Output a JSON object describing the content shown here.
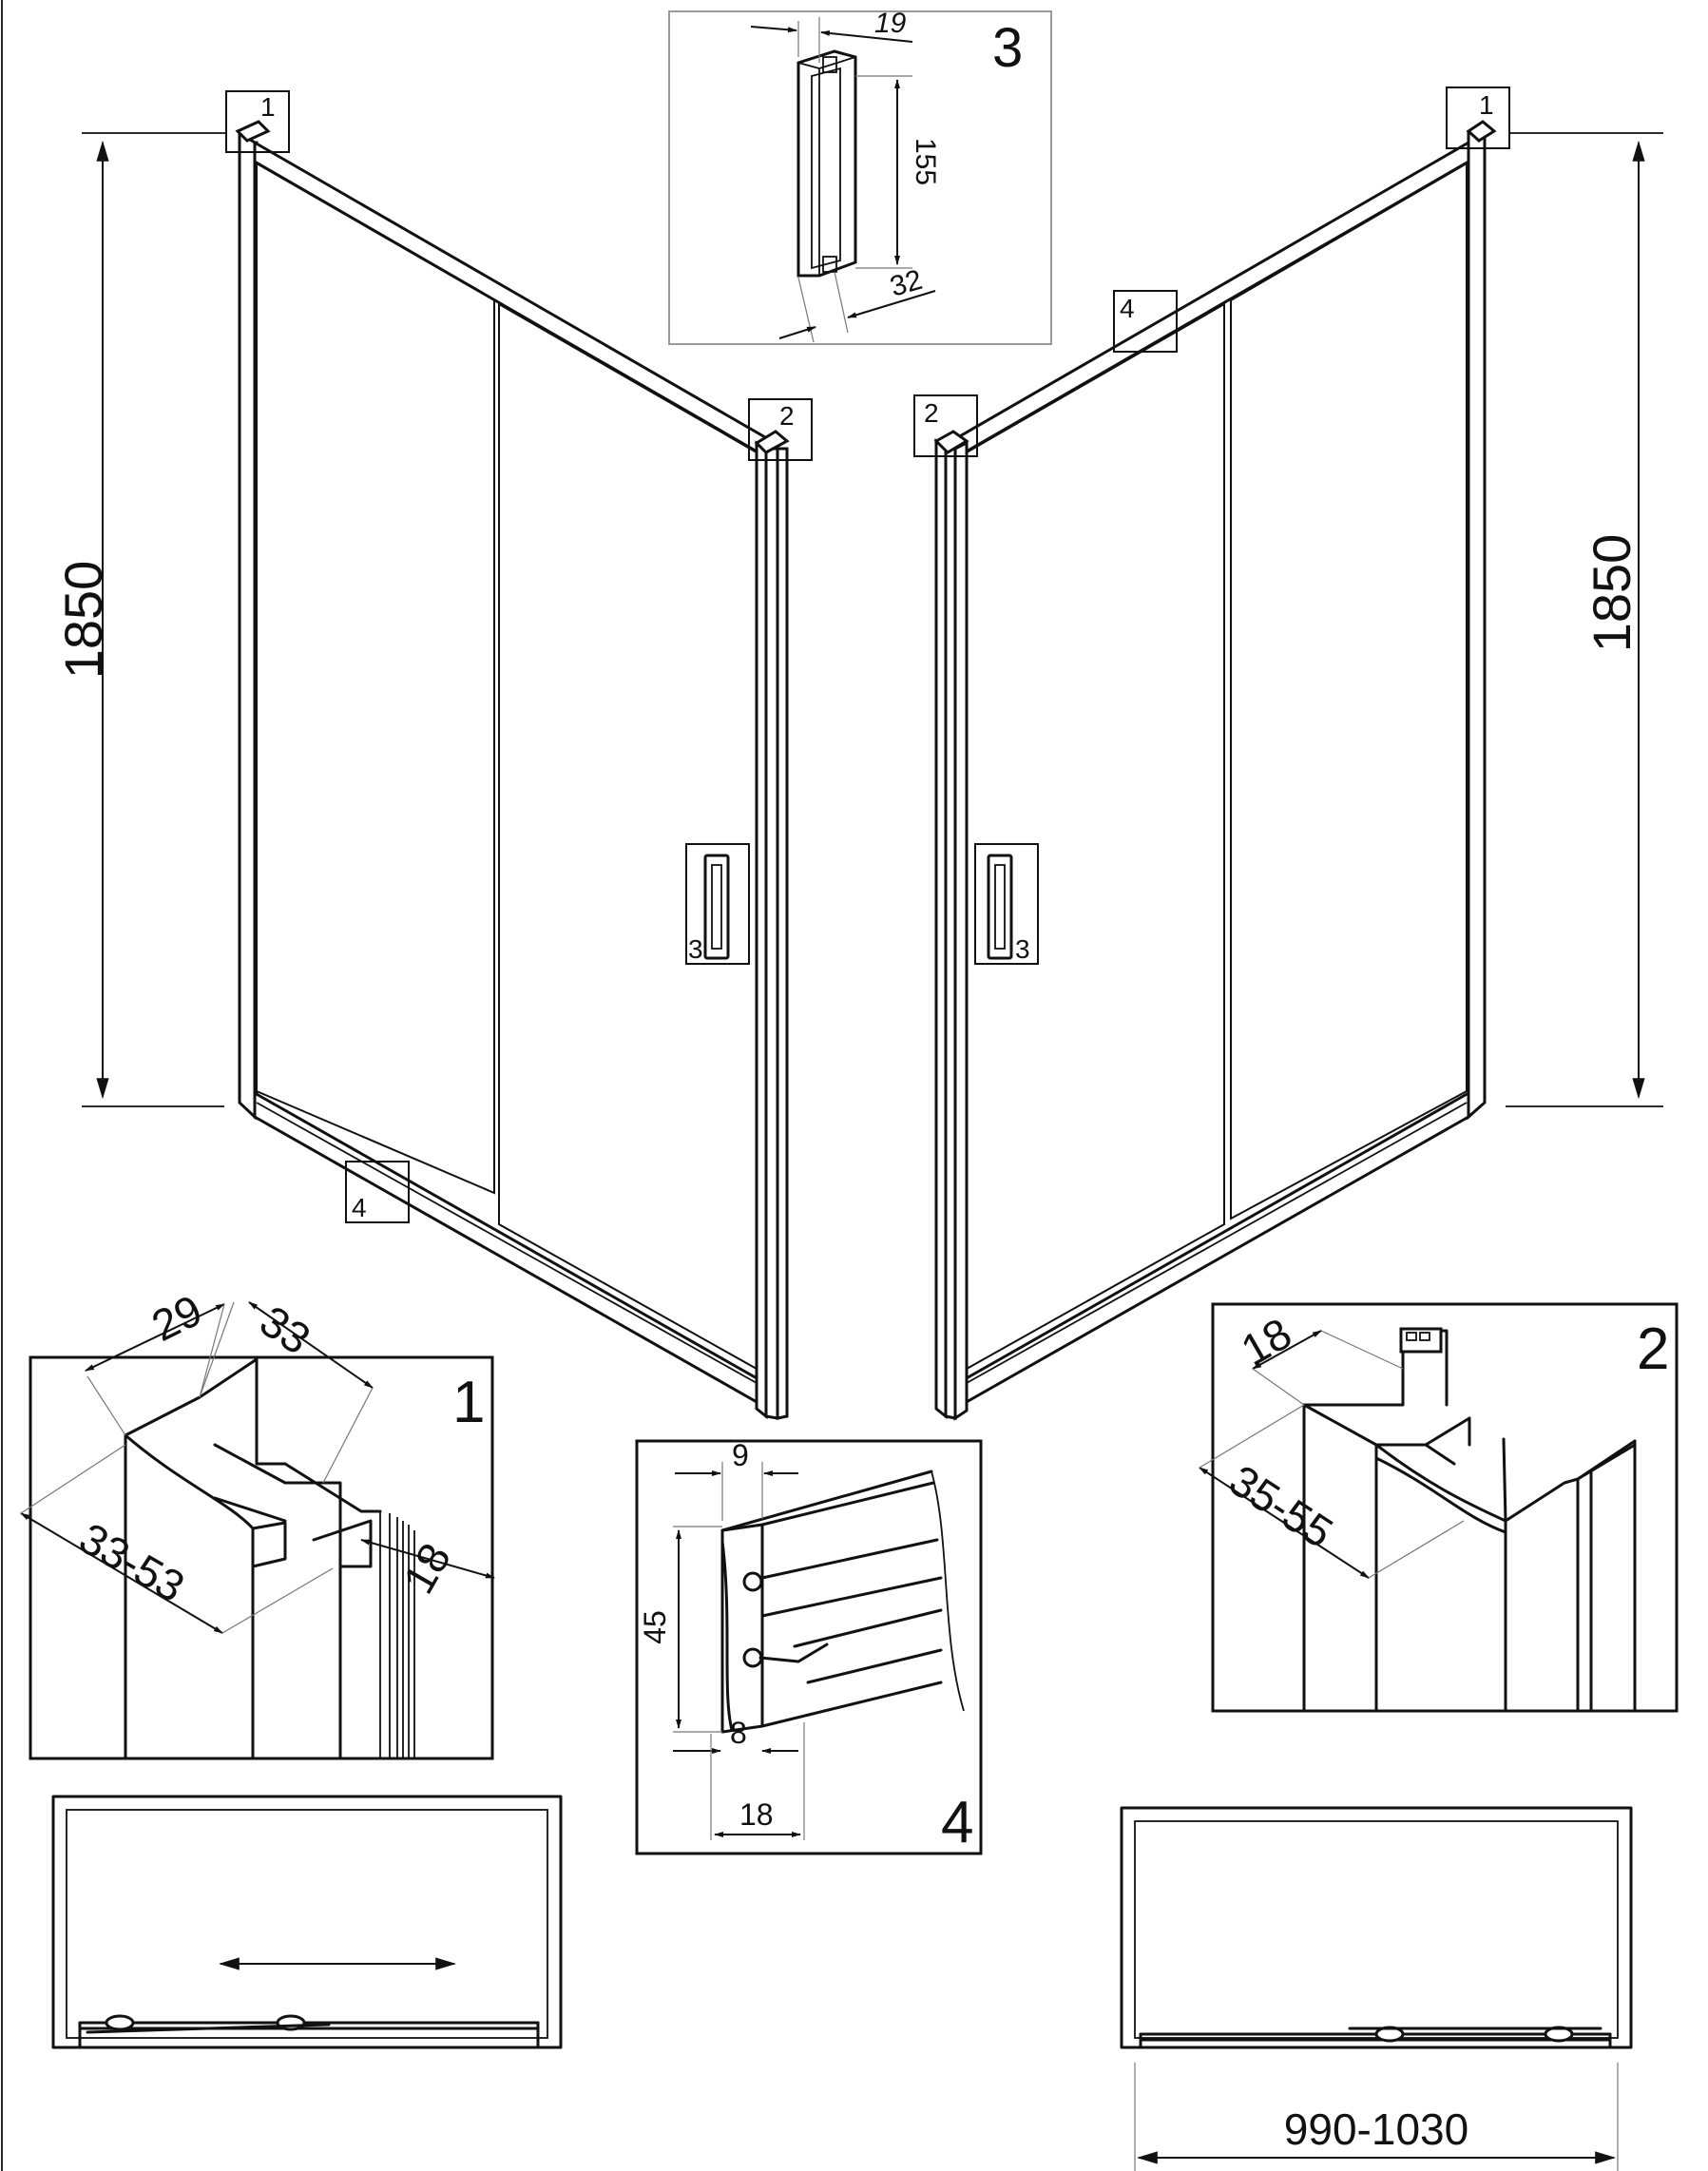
{
  "dimensions": {
    "height_left": "1850",
    "height_right": "1850",
    "handle_width": "19",
    "handle_height": "155",
    "handle_depth": "32",
    "d1_a": "29",
    "d1_b": "33",
    "d1_c": "33-53",
    "d1_d": "18",
    "d2_a": "18",
    "d2_b": "35-55",
    "d4_top": "9",
    "d4_height": "45",
    "d4_inner": "8",
    "d4_bottom": "18",
    "width_range": "990-1030"
  },
  "callouts": {
    "c1_left": "1",
    "c1_right": "1",
    "c2_left": "2",
    "c2_right": "2",
    "c3_left": "3",
    "c3_right": "3",
    "c4_left": "4",
    "c4_right": "4"
  },
  "details": {
    "detail1": "1",
    "detail2": "2",
    "detail3": "3",
    "detail4": "4"
  }
}
